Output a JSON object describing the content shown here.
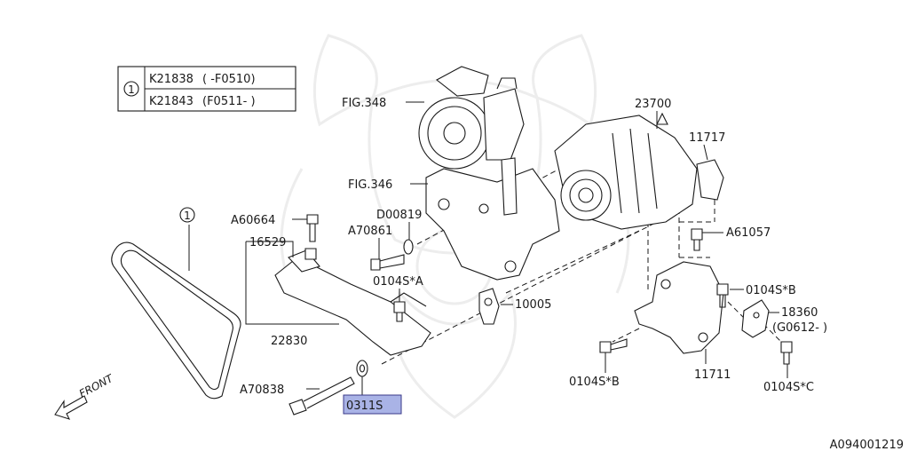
{
  "diagram_id": "A094001219",
  "legend": {
    "marker": "1",
    "rows": [
      {
        "part": "K21838",
        "range": "( -F0510)"
      },
      {
        "part": "K21843",
        "range": "(F0511- )"
      }
    ]
  },
  "direction_label": "FRONT",
  "callouts": {
    "fig348": "FIG.348",
    "fig346": "FIG.346",
    "p23700": "23700",
    "p11717": "11717",
    "pA60664": "A60664",
    "p16529": "16529",
    "pD00819": "D00819",
    "pA70861": "A70861",
    "pA61057": "A61057",
    "p0104SA": "0104S*A",
    "p0104SB_right": "0104S*B",
    "p10005": "10005",
    "p18360": "18360",
    "p18360_range": "(G0612- )",
    "p22830": "22830",
    "p0104SB_bottom": "0104S*B",
    "p11711": "11711",
    "p0104SC": "0104S*C",
    "pA70838": "A70838",
    "p0311S": "0311S",
    "belt_marker": "1"
  },
  "colors": {
    "highlight_fill": "#a9b3e6",
    "highlight_stroke": "#3a3a8a",
    "line": "#1a1a1a",
    "watermark": "#ededed"
  }
}
